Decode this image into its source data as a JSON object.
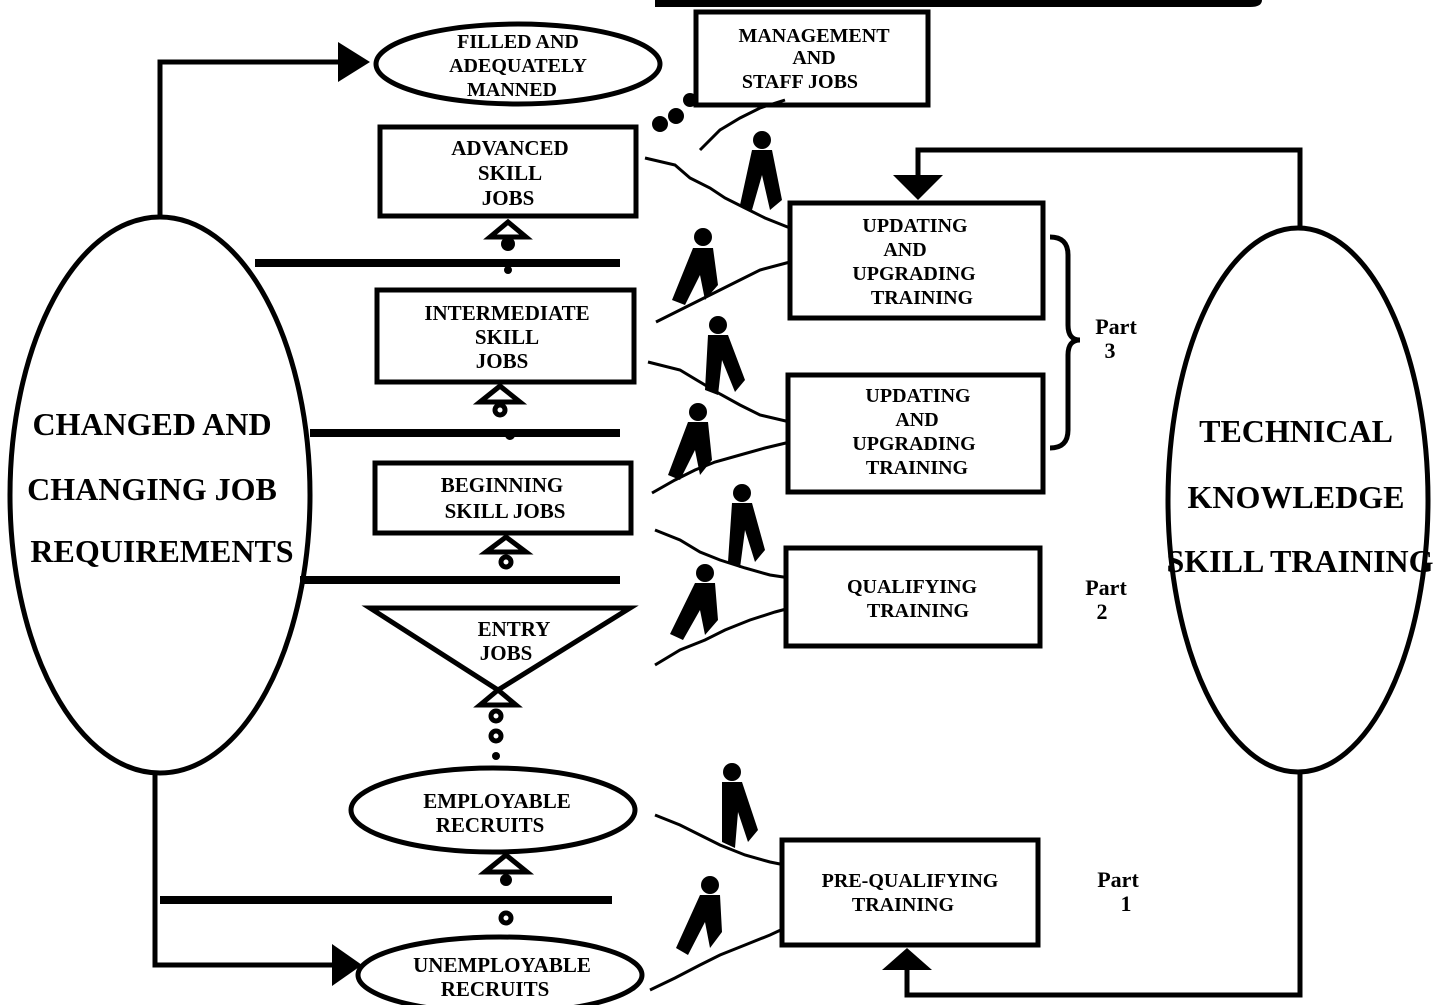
{
  "left_oval": {
    "lines": [
      "CHANGED AND",
      "CHANGING JOB",
      "REQUIREMENTS"
    ]
  },
  "right_oval": {
    "lines": [
      "TECHNICAL",
      "KNOWLEDGE",
      "SKILL TRAINING"
    ]
  },
  "jobs": {
    "filled": [
      "FILLED AND",
      "ADEQUATELY",
      "MANNED"
    ],
    "management": [
      "MANAGEMENT",
      "AND",
      "STAFF JOBS"
    ],
    "advanced": [
      "ADVANCED",
      "SKILL",
      "JOBS"
    ],
    "intermediate": [
      "INTERMEDIATE",
      "SKILL",
      "JOBS"
    ],
    "beginning": [
      "BEGINNING",
      "SKILL JOBS"
    ],
    "entry": [
      "ENTRY",
      "JOBS"
    ],
    "employable": [
      "EMPLOYABLE",
      "RECRUITS"
    ],
    "unemployable": [
      "UNEMPLOYABLE",
      "RECRUITS"
    ]
  },
  "training": {
    "updating_upper": [
      "UPDATING",
      "AND",
      "UPGRADING",
      "TRAINING"
    ],
    "updating_lower": [
      "UPDATING",
      "AND",
      "UPGRADING",
      "TRAINING"
    ],
    "qualifying": [
      "QUALIFYING",
      "TRAINING"
    ],
    "prequalifying": [
      "PRE-QUALIFYING",
      "TRAINING"
    ]
  },
  "parts": {
    "part3": [
      "Part",
      "3"
    ],
    "part2": [
      "Part",
      "2"
    ],
    "part1": [
      "Part",
      "1"
    ]
  }
}
